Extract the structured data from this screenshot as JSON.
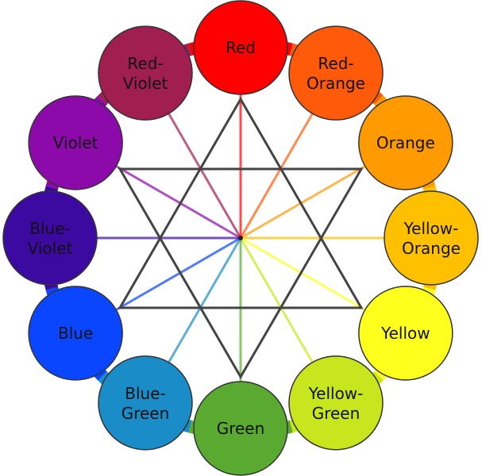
{
  "wheel": {
    "segments": [
      {
        "label": [
          "Red"
        ],
        "color": "#ff0000"
      },
      {
        "label": [
          "Red-",
          "Orange"
        ],
        "color": "#ff5a0a"
      },
      {
        "label": [
          "Orange"
        ],
        "color": "#ff9a00"
      },
      {
        "label": [
          "Yellow-",
          "Orange"
        ],
        "color": "#ffc000"
      },
      {
        "label": [
          "Yellow"
        ],
        "color": "#ffff1e"
      },
      {
        "label": [
          "Yellow-",
          "Green"
        ],
        "color": "#c8e61e"
      },
      {
        "label": [
          "Green"
        ],
        "color": "#5aaa32"
      },
      {
        "label": [
          "Blue-",
          "Green"
        ],
        "color": "#1a8cc8"
      },
      {
        "label": [
          "Blue"
        ],
        "color": "#0a46ff"
      },
      {
        "label": [
          "Blue-",
          "Violet"
        ],
        "color": "#3c0aa0"
      },
      {
        "label": [
          "Violet"
        ],
        "color": "#8c0aaa"
      },
      {
        "label": [
          "Red-",
          "Violet"
        ],
        "color": "#a01e50"
      }
    ],
    "line_color": "#444444"
  }
}
